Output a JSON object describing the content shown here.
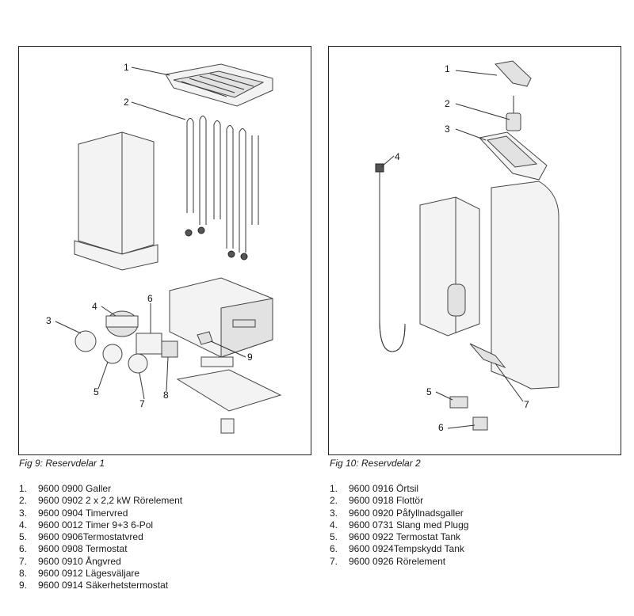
{
  "figures": [
    {
      "caption": "Fig 9: Reservdelar 1",
      "callouts": [
        "1",
        "2",
        "3",
        "4",
        "5",
        "6",
        "7",
        "8",
        "9"
      ],
      "parts": [
        {
          "num": "1.",
          "desc": "9600 0900 Galler"
        },
        {
          "num": "2.",
          "desc": "9600 0902 2 x 2,2 kW Rörelement"
        },
        {
          "num": "3.",
          "desc": "9600 0904 Timervred"
        },
        {
          "num": "4.",
          "desc": "9600 0012 Timer 9+3 6-Pol"
        },
        {
          "num": "5.",
          "desc": "9600 0906Termostatvred"
        },
        {
          "num": "6.",
          "desc": "9600 0908 Termostat"
        },
        {
          "num": "7.",
          "desc": "9600 0910 Ångvred"
        },
        {
          "num": "8.",
          "desc": "9600 0912 Lägesväljare"
        },
        {
          "num": "9.",
          "desc": "9600 0914 Säkerhetstermostat"
        }
      ]
    },
    {
      "caption": "Fig 10: Reservdelar 2",
      "callouts": [
        "1",
        "2",
        "3",
        "4",
        "5",
        "6",
        "7"
      ],
      "parts": [
        {
          "num": "1.",
          "desc": "9600 0916 Örtsil"
        },
        {
          "num": "2.",
          "desc": "9600 0918 Flottör"
        },
        {
          "num": "3.",
          "desc": "9600 0920 Påfyllnadsgaller"
        },
        {
          "num": "4.",
          "desc": "9600 0731 Slang med Plugg"
        },
        {
          "num": "5.",
          "desc": "9600 0922 Termostat Tank"
        },
        {
          "num": "6.",
          "desc": "9600 0924Tempskydd Tank"
        },
        {
          "num": "7.",
          "desc": "9600 0926 Rörelement"
        }
      ]
    }
  ]
}
